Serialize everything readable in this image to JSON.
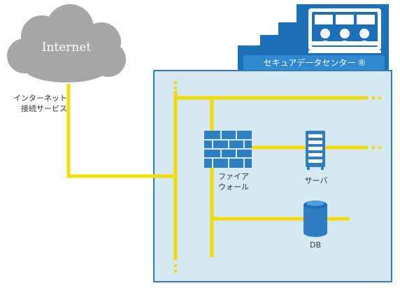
{
  "cloud": {
    "label": "Internet"
  },
  "isp": {
    "line1": "インターネット",
    "line2": "接続サービス"
  },
  "datacenter": {
    "label": "セキュアデータセンター",
    "mark": "®"
  },
  "nodes": {
    "firewall": {
      "line1": "ファイア",
      "line2": "ウォール"
    },
    "server": {
      "label": "サーバ"
    },
    "db": {
      "label": "DB"
    }
  },
  "colors": {
    "line": "#f5dc00",
    "datacenter_fill": "#d4e9f2",
    "datacenter_border": "#2f7ec2",
    "building": "#1c6fb9",
    "cloud": "#a6a6a6",
    "icon": "#2f7ec2"
  },
  "icons": [
    "cloud-icon",
    "building-icon",
    "firewall-icon",
    "server-icon",
    "database-icon"
  ]
}
